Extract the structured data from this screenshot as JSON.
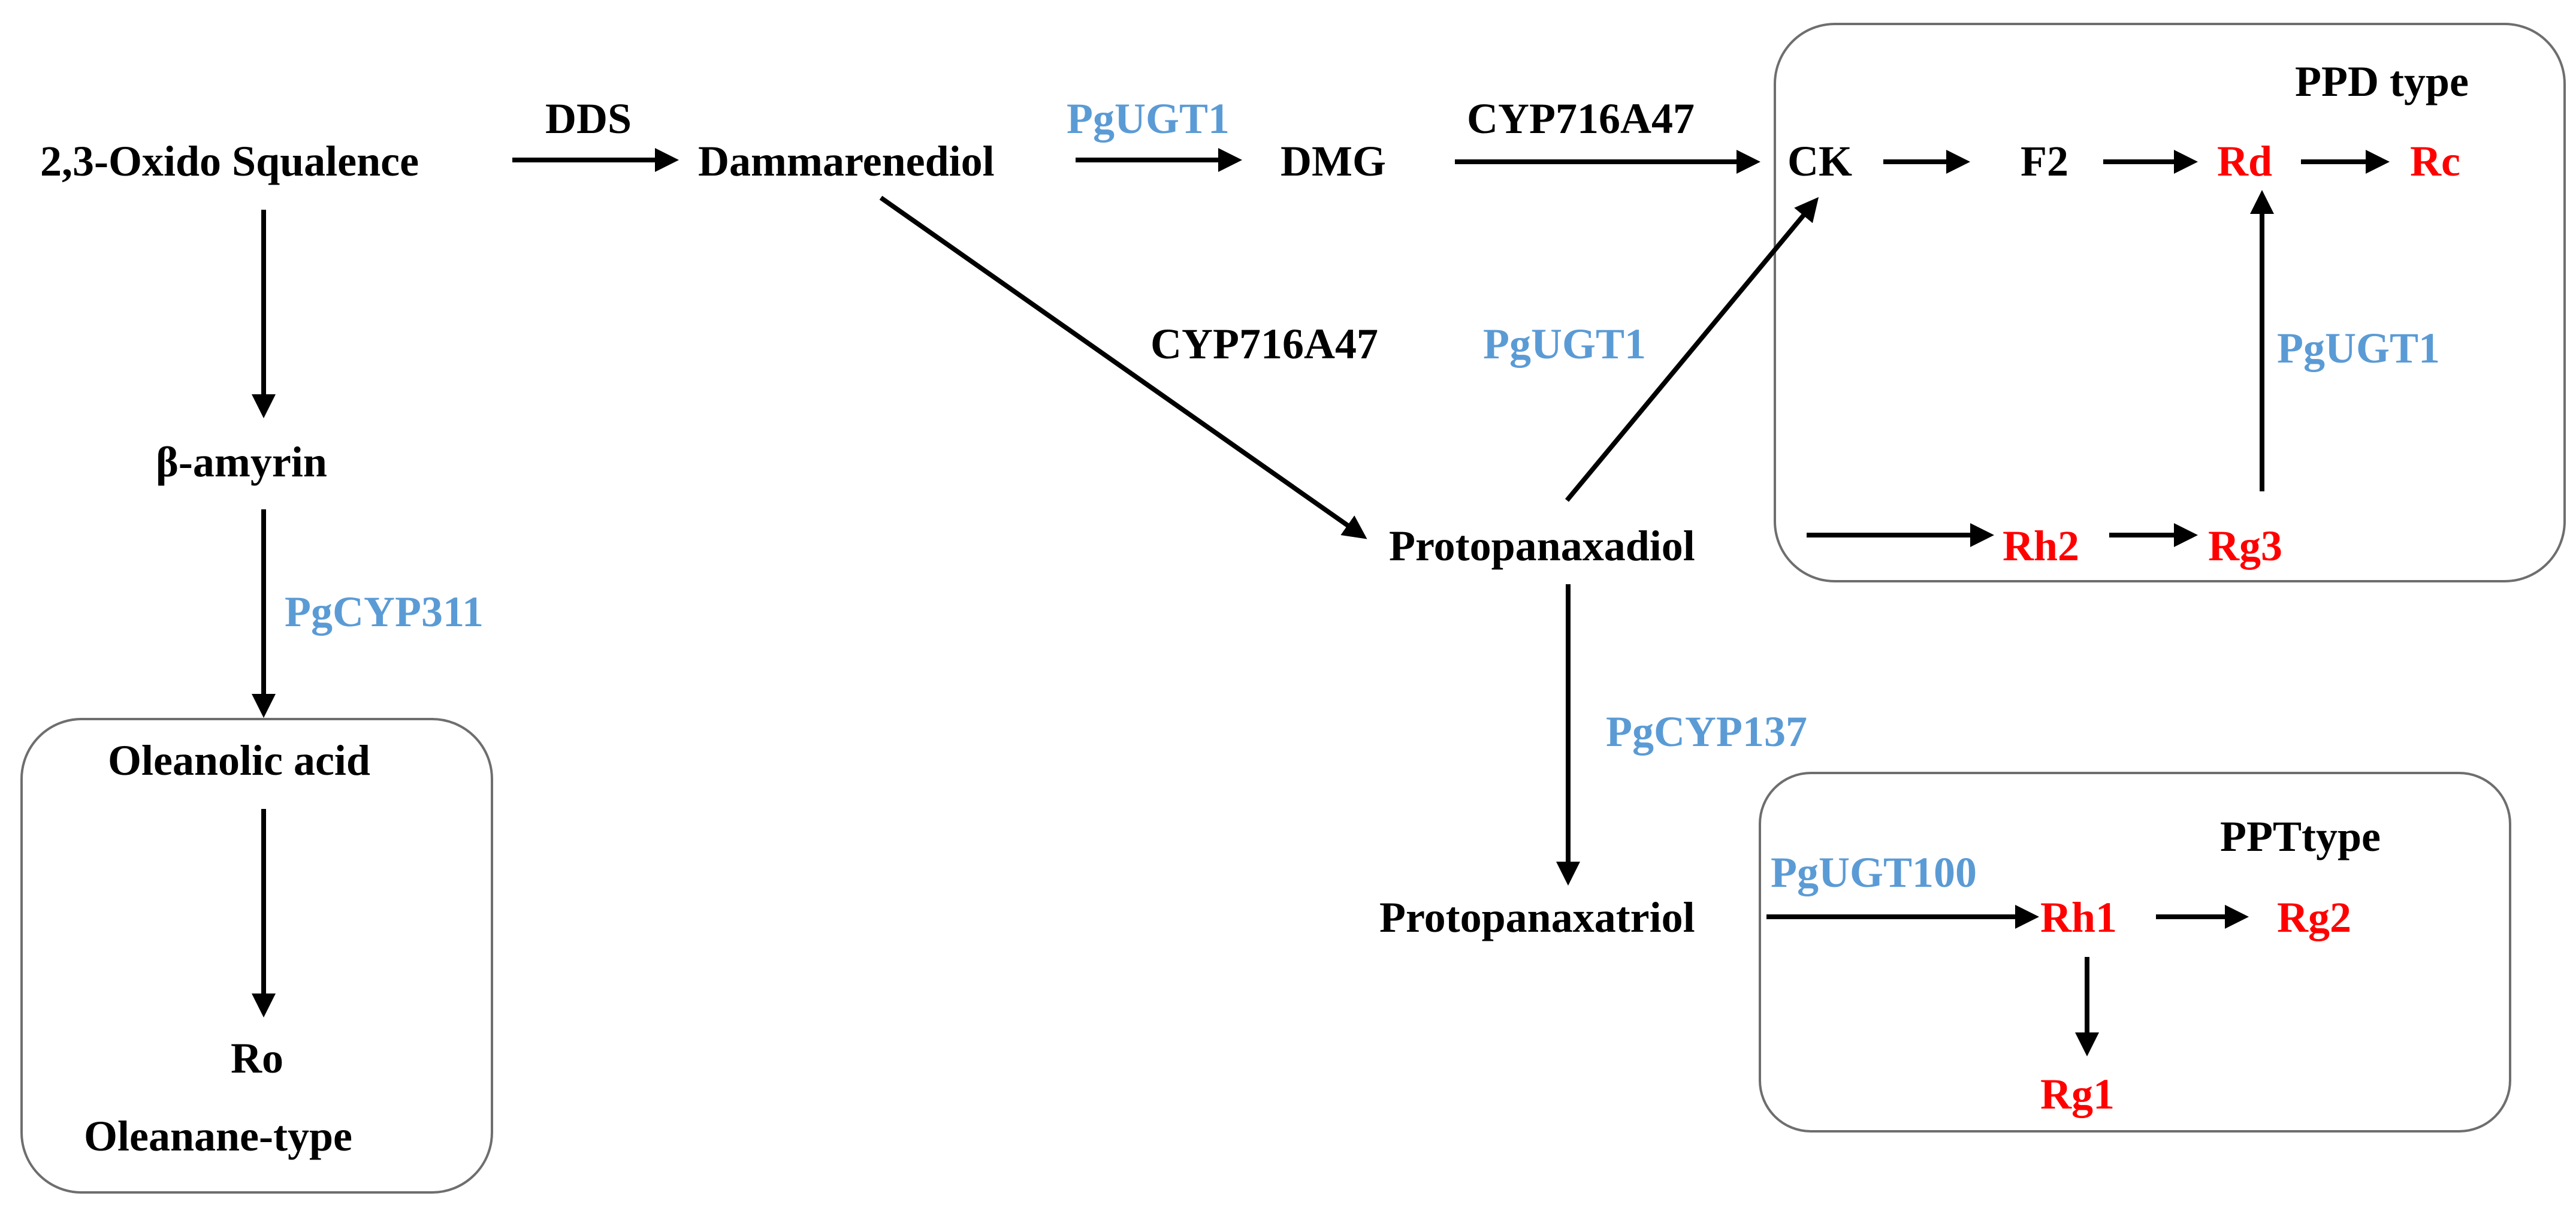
{
  "colors": {
    "compound": "#000000",
    "enzyme": "#5b9bd5",
    "ginsenoside": "#ff0000"
  },
  "groups": {
    "ppd_type": "PPD type",
    "ppt_type": "PPTtype",
    "oleanane_type": "Oleanane-type"
  },
  "nodes": {
    "oxido_squalene": "2,3-Oxido Squalence",
    "dammarenediol": "Dammarenediol",
    "dmg": "DMG",
    "ck": "CK",
    "f2": "F2",
    "rd": "Rd",
    "rc": "Rc",
    "beta_amyrin": "β-amyrin",
    "protopanaxadiol": "Protopanaxadiol",
    "rh2": "Rh2",
    "rg3": "Rg3",
    "oleanolic_acid": "Oleanolic acid",
    "ro": "Ro",
    "protopanaxatriol": "Protopanaxatriol",
    "rh1": "Rh1",
    "rg2": "Rg2",
    "rg1": "Rg1"
  },
  "enzymes": {
    "dds": "DDS",
    "pgugt1_dmg": "PgUGT1",
    "cyp716a47_top": "CYP716A47",
    "cyp716a47_diag": "CYP716A47",
    "pgugt1_ck": "PgUGT1",
    "pgugt1_rd": "PgUGT1",
    "pgcyp311": "PgCYP311",
    "pgcyp137": "PgCYP137",
    "pgugt100": "PgUGT100"
  }
}
